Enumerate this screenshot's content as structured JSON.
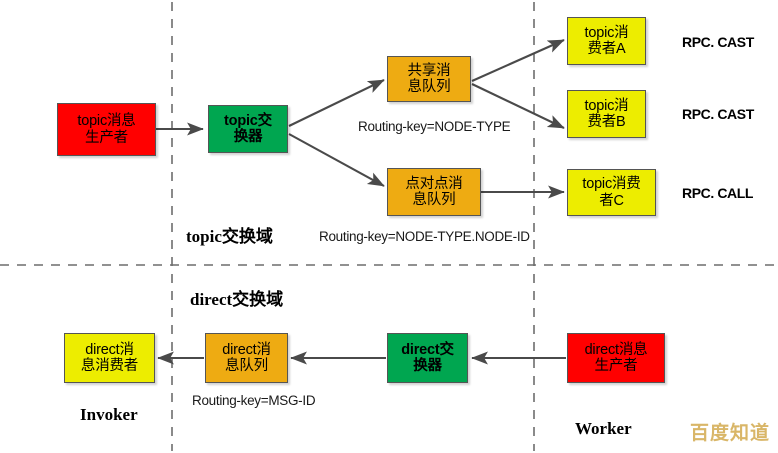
{
  "diagram": {
    "title": "RabbitMQ topic / direct exchange routing diagram",
    "colors": {
      "producer": "#ff0000",
      "exchange": "#00a650",
      "queue": "#eeab12",
      "consumer": "#eded00",
      "line": "#4a4a4a",
      "watermark": "#d9b668"
    },
    "nodes": {
      "topic_producer": {
        "line1": "topic消息",
        "line2": "生产者"
      },
      "topic_exchange": {
        "line1": "topic交",
        "line2": "换器"
      },
      "shared_queue": {
        "line1": "共享消",
        "line2": "息队列"
      },
      "p2p_queue": {
        "line1": "点对点消",
        "line2": "息队列"
      },
      "topic_consumer_a": {
        "line1": "topic消",
        "line2": "费者A"
      },
      "topic_consumer_b": {
        "line1": "topic消",
        "line2": "费者B"
      },
      "topic_consumer_c": {
        "line1": "topic消费",
        "line2": "者C"
      },
      "direct_consumer": {
        "line1": "direct消",
        "line2": "息消费者"
      },
      "direct_queue": {
        "line1": "direct消",
        "line2": "息队列"
      },
      "direct_exchange": {
        "line1": "direct交",
        "line2": "换器"
      },
      "direct_producer": {
        "line1": "direct消息",
        "line2": "生产者"
      }
    },
    "labels": {
      "routing_key_node_type": "Routing-key=NODE-TYPE",
      "routing_key_node_type_node_id": "Routing-key=NODE-TYPE.NODE-ID",
      "routing_key_msg_id": "Routing-key=MSG-ID",
      "rpc_cast_a": "RPC. CAST",
      "rpc_cast_b": "RPC. CAST",
      "rpc_call_c": "RPC. CALL",
      "topic_domain": "topic交换域",
      "direct_domain": "direct交换域",
      "invoker": "Invoker",
      "worker": "Worker",
      "watermark": "百度知道"
    }
  }
}
